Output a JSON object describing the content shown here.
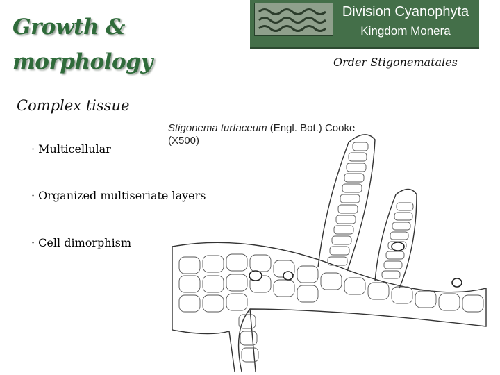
{
  "title": {
    "line1": "Growth &",
    "line2": "morphology"
  },
  "subtitle": "Complex tissue",
  "bullets": [
    "· Multicellular",
    "· Organized multiseriate layers",
    "· Cell dimorphism"
  ],
  "banner": {
    "division": "Division Cyanophyta",
    "kingdom": "Kingdom Monera"
  },
  "order": "Order  Stigonematales",
  "caption": {
    "species": "Stigonema turfaceum",
    "authority": "(Engl. Bot.) Cooke",
    "magnification": "(X500)"
  },
  "colors": {
    "title": "#2f6b3a",
    "banner": "#446f49"
  }
}
